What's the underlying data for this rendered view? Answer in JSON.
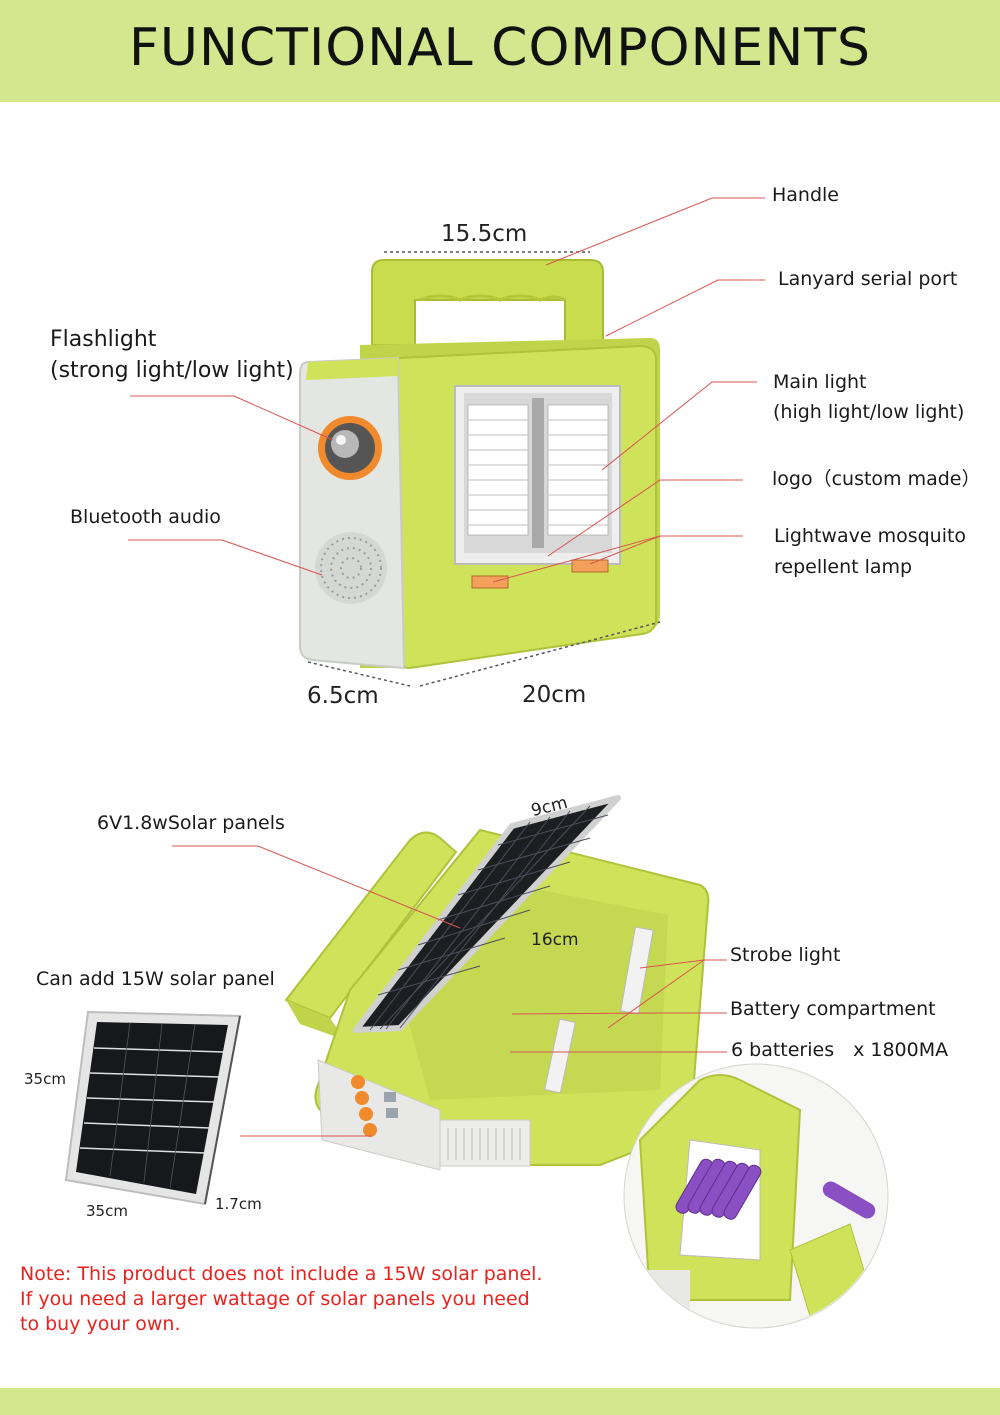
{
  "header": {
    "title": "FUNCTIONAL COMPONENTS"
  },
  "top_product": {
    "labels": {
      "handle": "Handle",
      "lanyard": "Lanyard serial port",
      "flashlight_line1": "Flashlight",
      "flashlight_line2": "(strong light/low light)",
      "main_light_line1": "Main light",
      "main_light_line2": "(high light/low light)",
      "logo": "logo（custom made）",
      "mosquito_line1": "Lightwave mosquito",
      "mosquito_line2": "repellent lamp",
      "bluetooth": "Bluetooth audio"
    },
    "dimensions": {
      "width": "15.5cm",
      "depth": "6.5cm",
      "length": "20cm"
    }
  },
  "bottom_product": {
    "labels": {
      "solar_panels": "6V1.8wSolar panels",
      "strobe": "Strobe light",
      "battery_compartment": "Battery compartment",
      "batteries": "6 batteries　x 1800MA",
      "add_panel": "Can add 15W solar panel"
    },
    "dimensions": {
      "panel_width": "9cm",
      "panel_length": "16cm",
      "big_panel_h": "35cm",
      "big_panel_w": "35cm",
      "big_panel_d": "1.7cm"
    }
  },
  "note": {
    "line1": "Note: This product does not include a 15W solar panel.",
    "line2": "If you need a larger wattage of solar panels you need",
    "line3": "to buy your own."
  },
  "colors": {
    "banner": "#d4e68e",
    "body_green": "#cfe35a",
    "accent_orange": "#f08a2c",
    "leader_line": "#d9534f",
    "note_red": "#e8231f"
  }
}
